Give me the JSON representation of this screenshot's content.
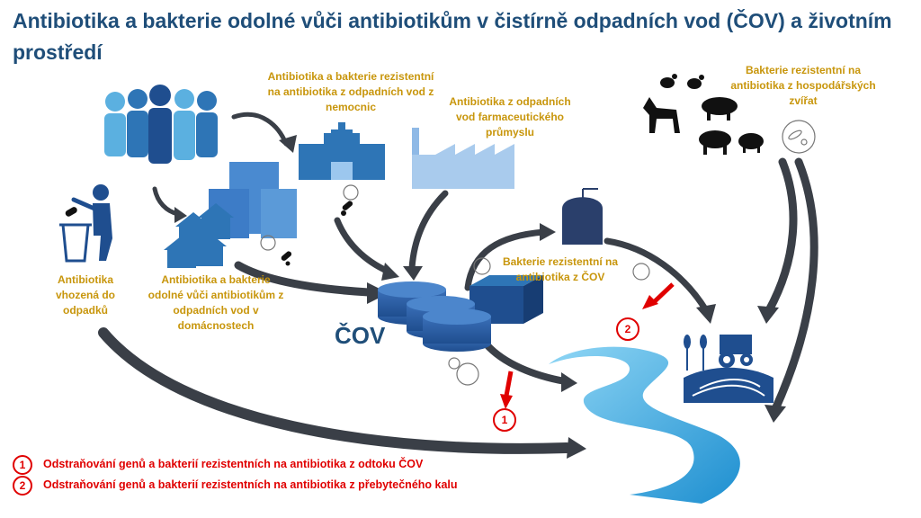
{
  "title": "Antibiotika a bakterie odolné vůči antibiotikům v čistírně odpadních vod (ČOV) a životním prostředí",
  "labels": {
    "hospital": "Antibiotika a bakterie rezistentní na antibiotika z odpadních vod z nemocnic",
    "pharma": "Antibiotika z odpadních vod farmaceutického průmyslu",
    "livestock": "Bakterie rezistentní na antibiotika z hospodářských zvířat",
    "trash": "Antibiotika vhozená do odpadků",
    "households": "Antibiotika a bakterie odolné vůči antibiotikům z odpadních vod v domácnostech",
    "cov_out": "Bakterie rezistentní na antibiotika z ČOV",
    "cov": "ČOV"
  },
  "markers": {
    "one": "1",
    "two": "2"
  },
  "legend": [
    {
      "num": "1",
      "text": "Odstraňování genů a bakterií rezistentních na antibiotika z odtoku ČOV"
    },
    {
      "num": "2",
      "text": "Odstraňování genů a bakterií rezistentních na antibiotika z přebytečného kalu"
    }
  ],
  "colors": {
    "title": "#1f4e79",
    "label": "#c8960c",
    "legend": "#e00000",
    "arrow": "#3a3f47",
    "river": "#36a9e1"
  },
  "icons": [
    "people-icon",
    "trash-icon",
    "houses-icon",
    "hospital-icon",
    "factory-icon",
    "tank-icon",
    "treatment-plant-icon",
    "farm-animals-icon",
    "agriculture-icon",
    "river-icon",
    "bacteria-icon",
    "pill-icon"
  ]
}
